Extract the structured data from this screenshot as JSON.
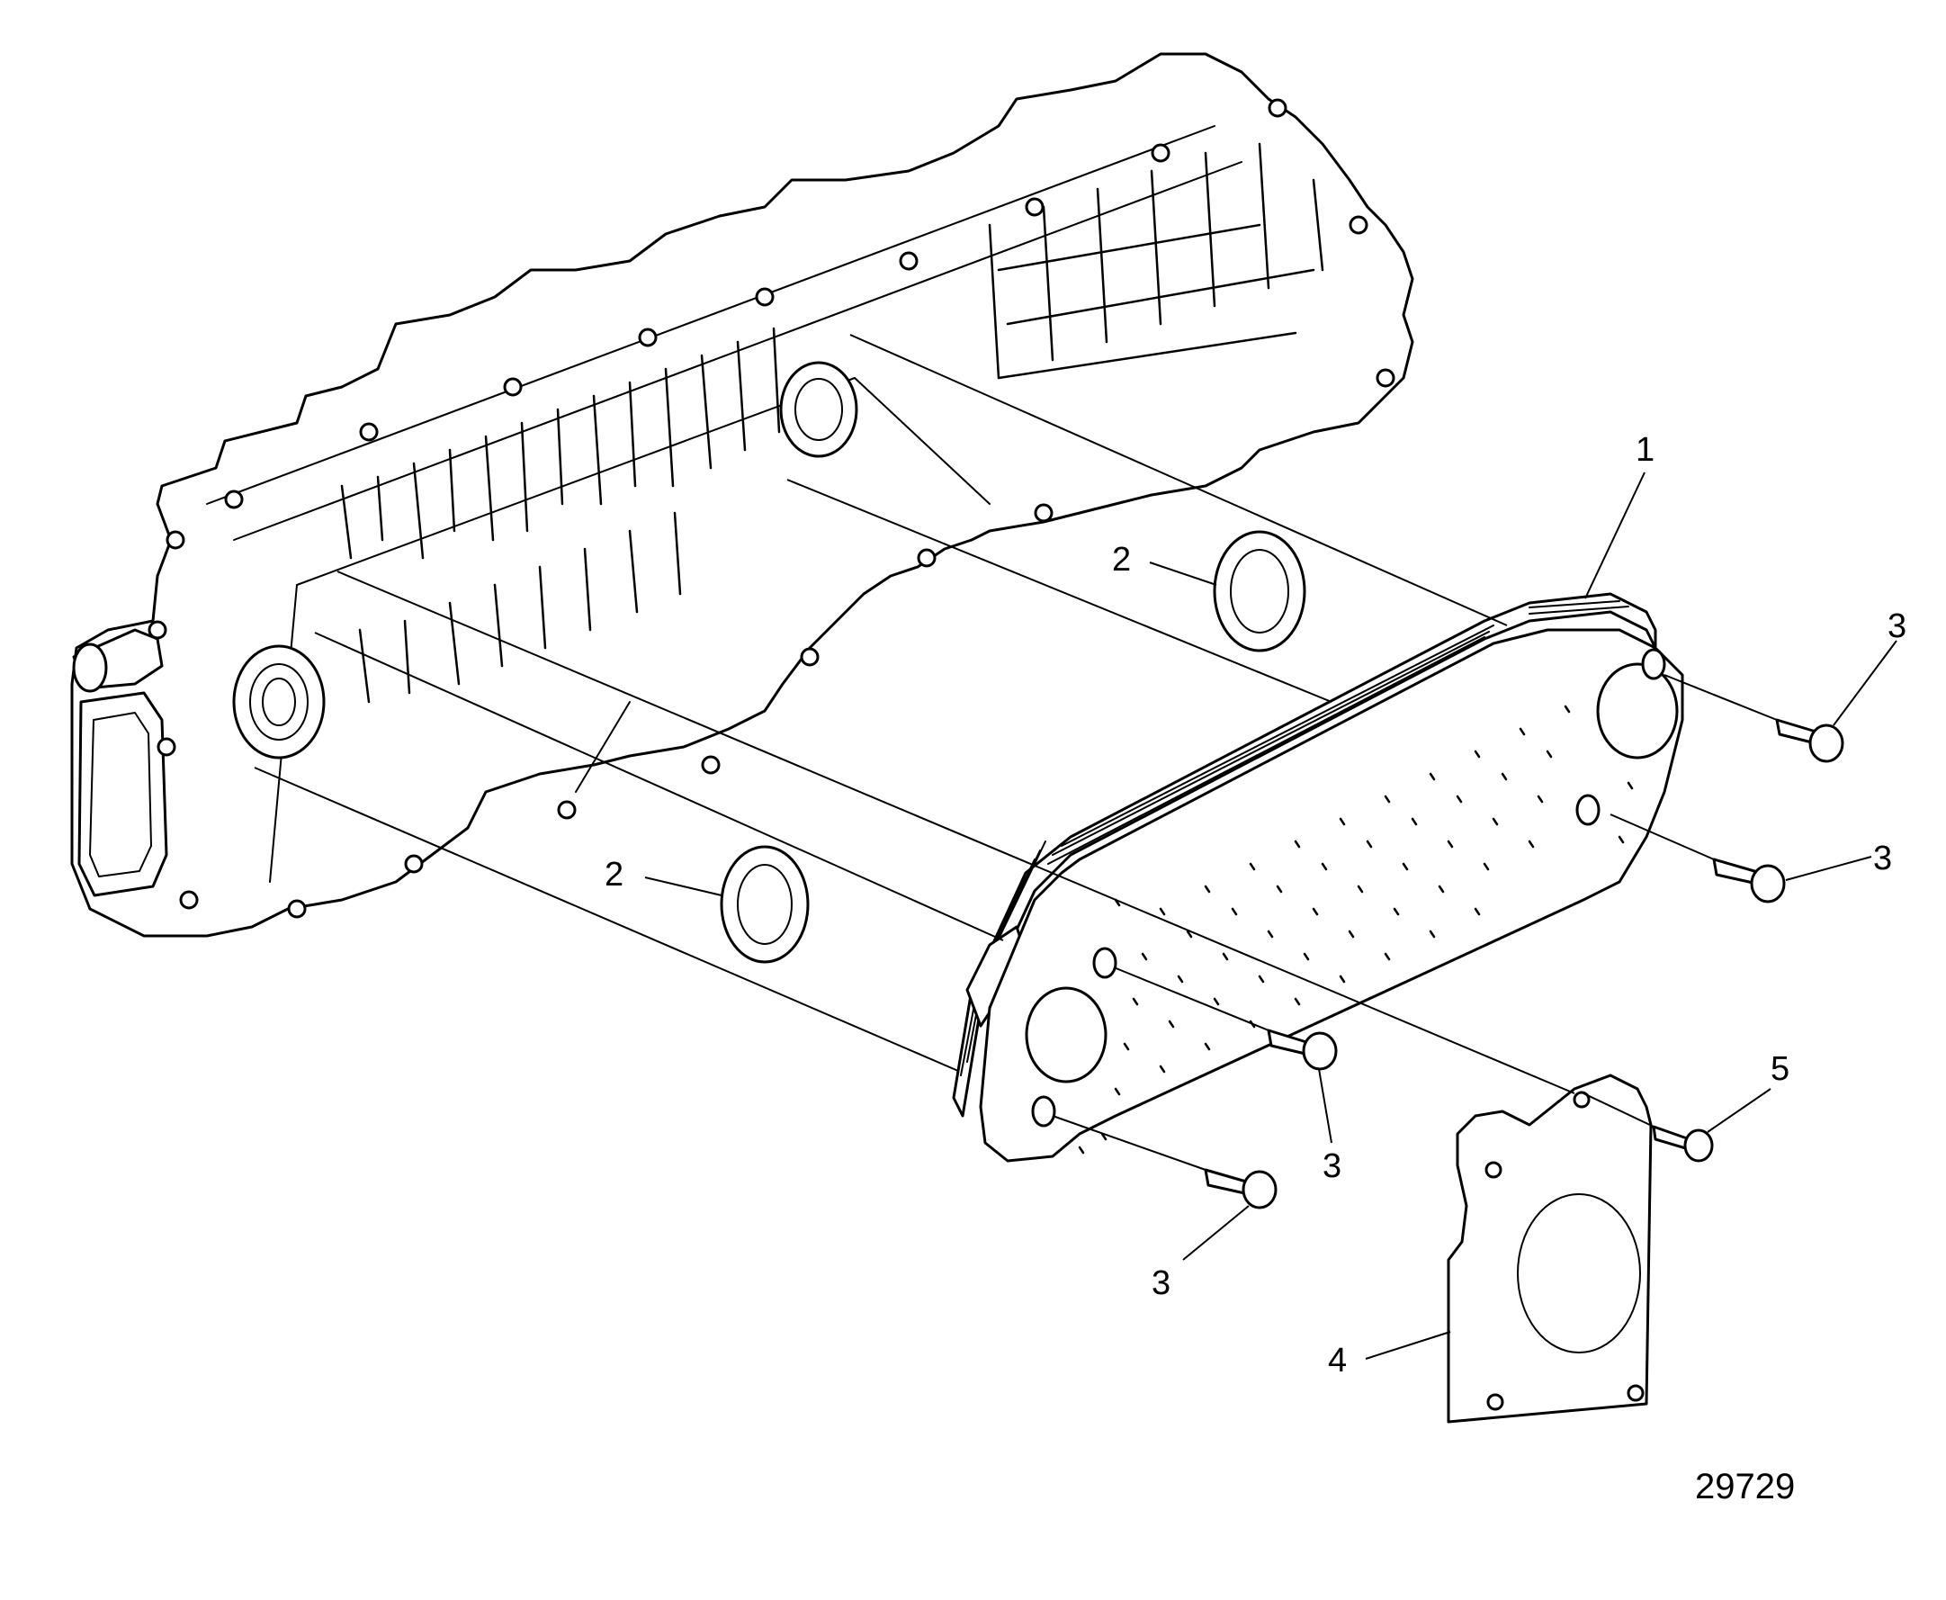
{
  "figure": {
    "reference_number": "29729"
  },
  "callouts": [
    {
      "id": "c1",
      "label": "1"
    },
    {
      "id": "c2a",
      "label": "2"
    },
    {
      "id": "c2b",
      "label": "2"
    },
    {
      "id": "c3a",
      "label": "3"
    },
    {
      "id": "c3b",
      "label": "3"
    },
    {
      "id": "c3c",
      "label": "3"
    },
    {
      "id": "c3d",
      "label": "3"
    },
    {
      "id": "c4",
      "label": "4"
    },
    {
      "id": "c5",
      "label": "5"
    }
  ]
}
